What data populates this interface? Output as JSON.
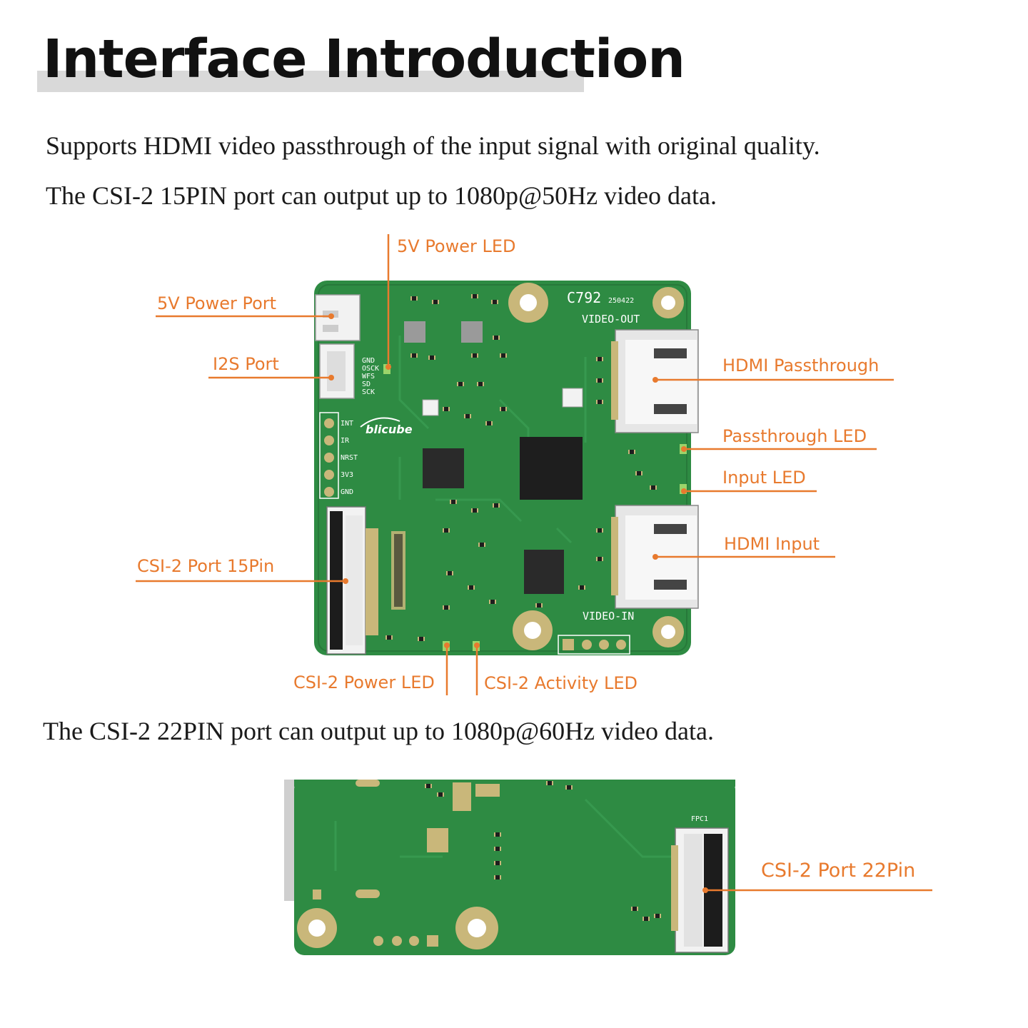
{
  "page": {
    "title": "Interface Introduction",
    "intro_lines": [
      "Supports HDMI video passthrough of the input signal with original quality.",
      "The CSI-2 15PIN port can output up to 1080p@50Hz video data."
    ],
    "second_line": "The CSI-2 22PIN port can output up to 1080p@60Hz video data."
  },
  "colors": {
    "accent": "#e87a2e",
    "pcb_green": "#2e8b43",
    "pad_gold": "#c9b77a",
    "title_bar": "#d9d9d9"
  },
  "board1": {
    "model": "C792",
    "date_code": "250422",
    "video_out": "VIDEO-OUT",
    "video_in": "VIDEO-IN",
    "brand": "blicube",
    "i2s_pins": [
      "GND",
      "OSCK",
      "WFS",
      "SD",
      "SCK"
    ],
    "h2_pins": [
      "INT",
      "IR",
      "NRST",
      "3V3",
      "GND"
    ]
  },
  "board2": {
    "connector": "FPC1"
  },
  "labels": {
    "power_led": "5V Power LED",
    "power_port": "5V Power Port",
    "i2s_port": "I2S Port",
    "csi15": "CSI-2 Port 15Pin",
    "hdmi_pass": "HDMI Passthrough",
    "pass_led": "Passthrough LED",
    "input_led": "Input LED",
    "hdmi_input": "HDMI Input",
    "csi_power_led": "CSI-2 Power LED",
    "csi_activity_led": "CSI-2 Activity LED",
    "csi22": "CSI-2 Port 22Pin"
  }
}
